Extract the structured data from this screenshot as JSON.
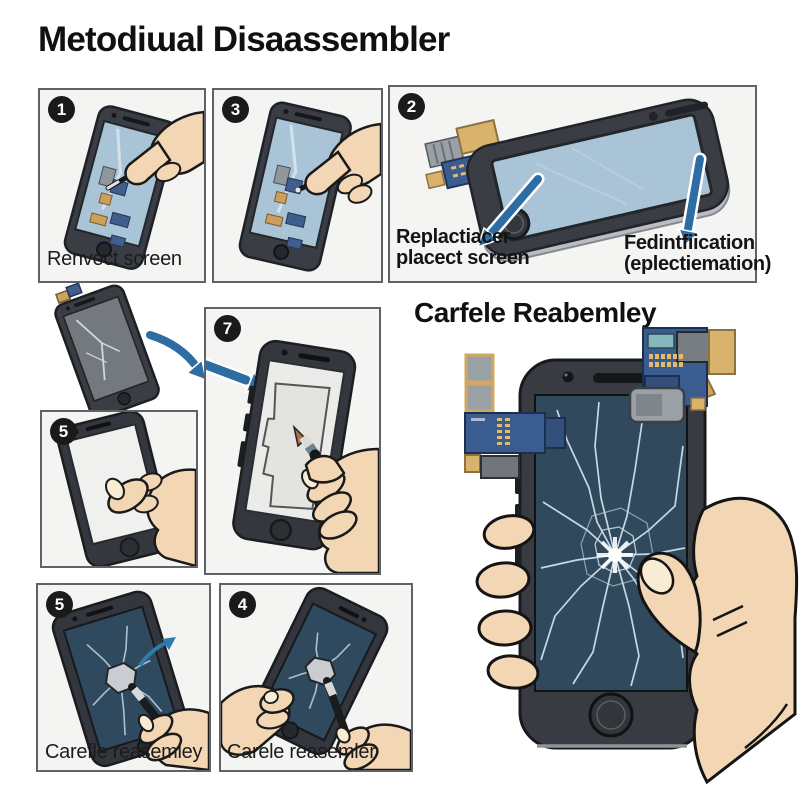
{
  "title": "Metodiɯal Disaassembler",
  "section": {
    "heading": "Carfele Reabemley"
  },
  "panels": {
    "p1": {
      "number": "1",
      "caption": "Renvect screen"
    },
    "p3": {
      "number": "3"
    },
    "p2": {
      "number": "2",
      "label_left": "Replactiacer\nplacect screen",
      "label_right": "Fedintfiication\n(eplectiemation)"
    },
    "p7": {
      "number": "7"
    },
    "p5a": {
      "number": "5"
    },
    "p5b": {
      "number": "5",
      "caption": "Carefle reasemley"
    },
    "p4": {
      "number": "4",
      "caption": "Carele reasemler"
    }
  },
  "colors": {
    "arrow_blue": "#2d6da3",
    "screen_blue": "#a9c4d7",
    "screen_navy": "#2f4a5e",
    "phone_body": "#3a3e44",
    "skin": "#f3d7b4",
    "panel_bg": "#f4f4f2",
    "flex_blue": "#3b5c8f",
    "flex_tan": "#d9b36b"
  }
}
